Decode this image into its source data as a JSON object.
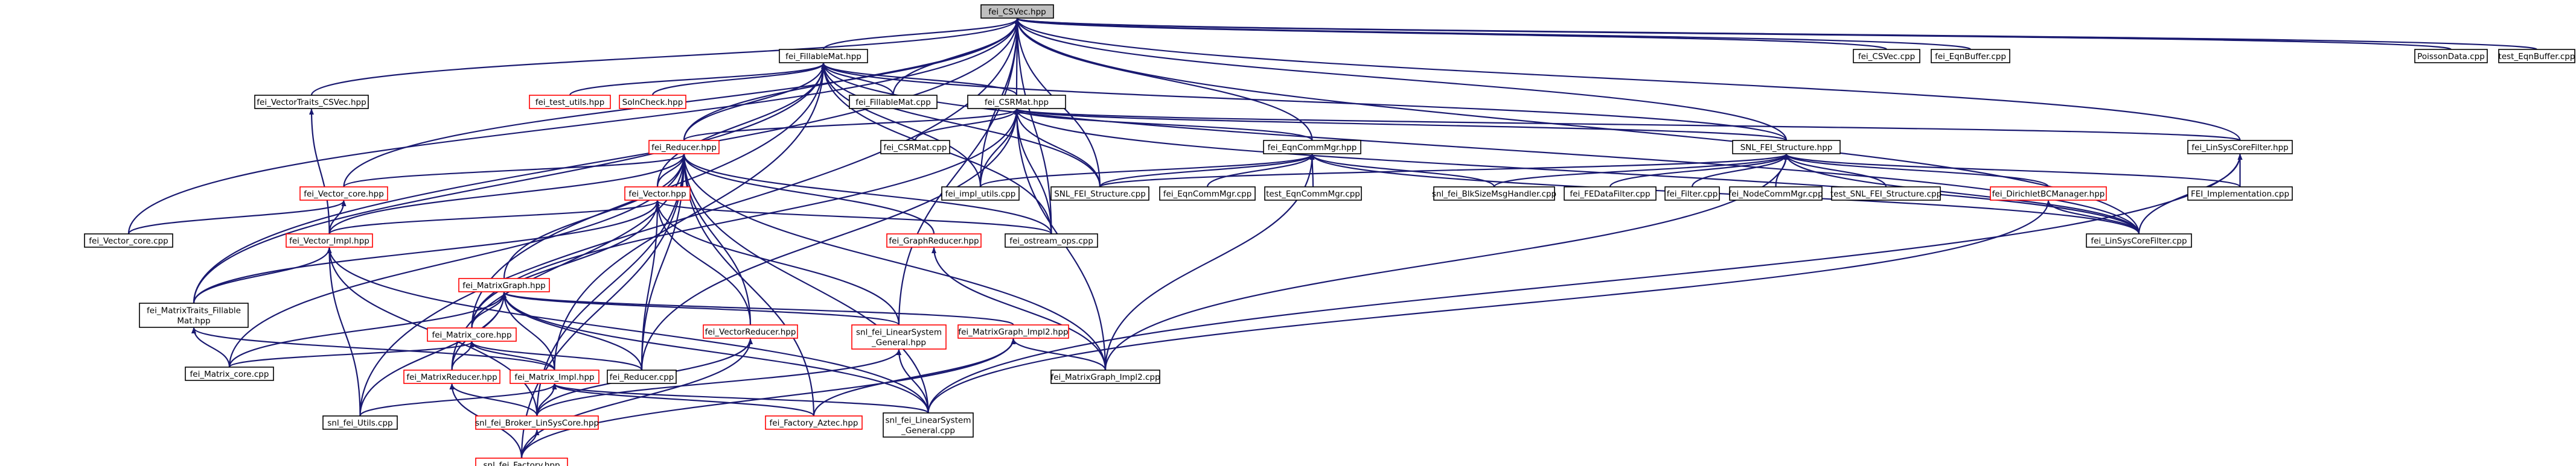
{
  "graph": {
    "title": "fei_CSVec.hpp",
    "colors": {
      "edge": "#191970",
      "node_border": "#000000",
      "truncated_border": "#ff0000",
      "current_fill": "#bfbfbf",
      "node_fill": "#ffffff",
      "text": "#000000"
    },
    "nodes": {
      "csvec_hpp": {
        "label": [
          "fei_CSVec.hpp"
        ],
        "style": "current"
      },
      "fillablemat_hpp": {
        "label": [
          "fei_FillableMat.hpp"
        ],
        "style": "normal"
      },
      "csvec_cpp": {
        "label": [
          "fei_CSVec.cpp"
        ],
        "style": "normal"
      },
      "eqnbuffer_cpp": {
        "label": [
          "fei_EqnBuffer.cpp"
        ],
        "style": "normal"
      },
      "poissondata_cpp": {
        "label": [
          "PoissonData.cpp"
        ],
        "style": "normal"
      },
      "test_eqnbuffer_cpp": {
        "label": [
          "test_EqnBuffer.cpp"
        ],
        "style": "normal"
      },
      "vectortraits_csvec_hpp": {
        "label": [
          "fei_VectorTraits_CSVec.hpp"
        ],
        "style": "normal"
      },
      "test_utils_hpp": {
        "label": [
          "fei_test_utils.hpp"
        ],
        "style": "truncated"
      },
      "solncheck_hpp": {
        "label": [
          "SolnCheck.hpp"
        ],
        "style": "truncated"
      },
      "fillablemat_cpp": {
        "label": [
          "fei_FillableMat.cpp"
        ],
        "style": "normal"
      },
      "csrmat_hpp": {
        "label": [
          "fei_CSRMat.hpp"
        ],
        "style": "normal"
      },
      "linsyscorefilter_hpp": {
        "label": [
          "fei_LinSysCoreFilter.hpp"
        ],
        "style": "normal"
      },
      "reducer_hpp": {
        "label": [
          "fei_Reducer.hpp"
        ],
        "style": "truncated"
      },
      "csrmat_cpp": {
        "label": [
          "fei_CSRMat.cpp"
        ],
        "style": "normal"
      },
      "eqncommmgr_hpp": {
        "label": [
          "fei_EqnCommMgr.hpp"
        ],
        "style": "normal"
      },
      "snl_fei_structure_hpp": {
        "label": [
          "SNL_FEI_Structure.hpp"
        ],
        "style": "normal"
      },
      "vector_core_hpp": {
        "label": [
          "fei_Vector_core.hpp"
        ],
        "style": "truncated"
      },
      "vector_hpp": {
        "label": [
          "fei_Vector.hpp"
        ],
        "style": "truncated"
      },
      "impl_utils_cpp": {
        "label": [
          "fei_impl_utils.cpp"
        ],
        "style": "normal"
      },
      "snl_fei_structure_cpp": {
        "label": [
          "SNL_FEI_Structure.cpp"
        ],
        "style": "normal"
      },
      "eqncommmgr_cpp": {
        "label": [
          "fei_EqnCommMgr.cpp"
        ],
        "style": "normal"
      },
      "test_eqncommmgr_cpp": {
        "label": [
          "test_EqnCommMgr.cpp"
        ],
        "style": "normal"
      },
      "blksizemsghandler_cpp": {
        "label": [
          "snl_fei_BlkSizeMsgHandler.cpp"
        ],
        "style": "normal"
      },
      "fedatafilter_cpp": {
        "label": [
          "fei_FEDataFilter.cpp"
        ],
        "style": "normal"
      },
      "filter_cpp": {
        "label": [
          "fei_Filter.cpp"
        ],
        "style": "normal"
      },
      "nodecommmgr_cpp": {
        "label": [
          "fei_NodeCommMgr.cpp"
        ],
        "style": "normal"
      },
      "test_snl_fei_structure_cpp": {
        "label": [
          "test_SNL_FEI_Structure.cpp"
        ],
        "style": "normal"
      },
      "dirichletbcmanager_hpp": {
        "label": [
          "fei_DirichletBCManager.hpp"
        ],
        "style": "truncated"
      },
      "fei_implementation_cpp": {
        "label": [
          "FEI_Implementation.cpp"
        ],
        "style": "normal"
      },
      "vector_core_cpp": {
        "label": [
          "fei_Vector_core.cpp"
        ],
        "style": "normal"
      },
      "vector_impl_hpp": {
        "label": [
          "fei_Vector_Impl.hpp"
        ],
        "style": "truncated"
      },
      "graphreducer_hpp": {
        "label": [
          "fei_GraphReducer.hpp"
        ],
        "style": "truncated"
      },
      "ostream_ops_cpp": {
        "label": [
          "fei_ostream_ops.cpp"
        ],
        "style": "normal"
      },
      "linsyscorefilter_cpp": {
        "label": [
          "fei_LinSysCoreFilter.cpp"
        ],
        "style": "normal"
      },
      "matrixgraph_hpp": {
        "label": [
          "fei_MatrixGraph.hpp"
        ],
        "style": "truncated"
      },
      "matrixtraits_fillablemat_hpp": {
        "label": [
          "fei_MatrixTraits_Fillable",
          "Mat.hpp"
        ],
        "style": "normal"
      },
      "vectorreducer_hpp": {
        "label": [
          "fei_VectorReducer.hpp"
        ],
        "style": "truncated"
      },
      "linearsystem_general_hpp": {
        "label": [
          "snl_fei_LinearSystem",
          "_General.hpp"
        ],
        "style": "truncated"
      },
      "matrixgraph_impl2_hpp": {
        "label": [
          "fei_MatrixGraph_Impl2.hpp"
        ],
        "style": "truncated"
      },
      "matrix_core_hpp": {
        "label": [
          "fei_Matrix_core.hpp"
        ],
        "style": "truncated"
      },
      "matrix_core_cpp": {
        "label": [
          "fei_Matrix_core.cpp"
        ],
        "style": "normal"
      },
      "reducer_cpp": {
        "label": [
          "fei_Reducer.cpp"
        ],
        "style": "normal"
      },
      "matrixgraph_impl2_cpp": {
        "label": [
          "fei_MatrixGraph_Impl2.cpp"
        ],
        "style": "normal"
      },
      "matrixreducer_hpp": {
        "label": [
          "fei_MatrixReducer.hpp"
        ],
        "style": "truncated"
      },
      "matrix_impl_hpp": {
        "label": [
          "fei_Matrix_Impl.hpp"
        ],
        "style": "truncated"
      },
      "utils_cpp": {
        "label": [
          "snl_fei_Utils.cpp"
        ],
        "style": "normal"
      },
      "broker_linsyscore_hpp": {
        "label": [
          "snl_fei_Broker_LinSysCore.hpp"
        ],
        "style": "truncated"
      },
      "factory_aztec_hpp": {
        "label": [
          "fei_Factory_Aztec.hpp"
        ],
        "style": "truncated"
      },
      "linearsystem_general_cpp": {
        "label": [
          "snl_fei_LinearSystem",
          "_General.cpp"
        ],
        "style": "normal"
      },
      "factory_hpp": {
        "label": [
          "snl_fei_Factory.hpp"
        ],
        "style": "truncated"
      }
    }
  }
}
